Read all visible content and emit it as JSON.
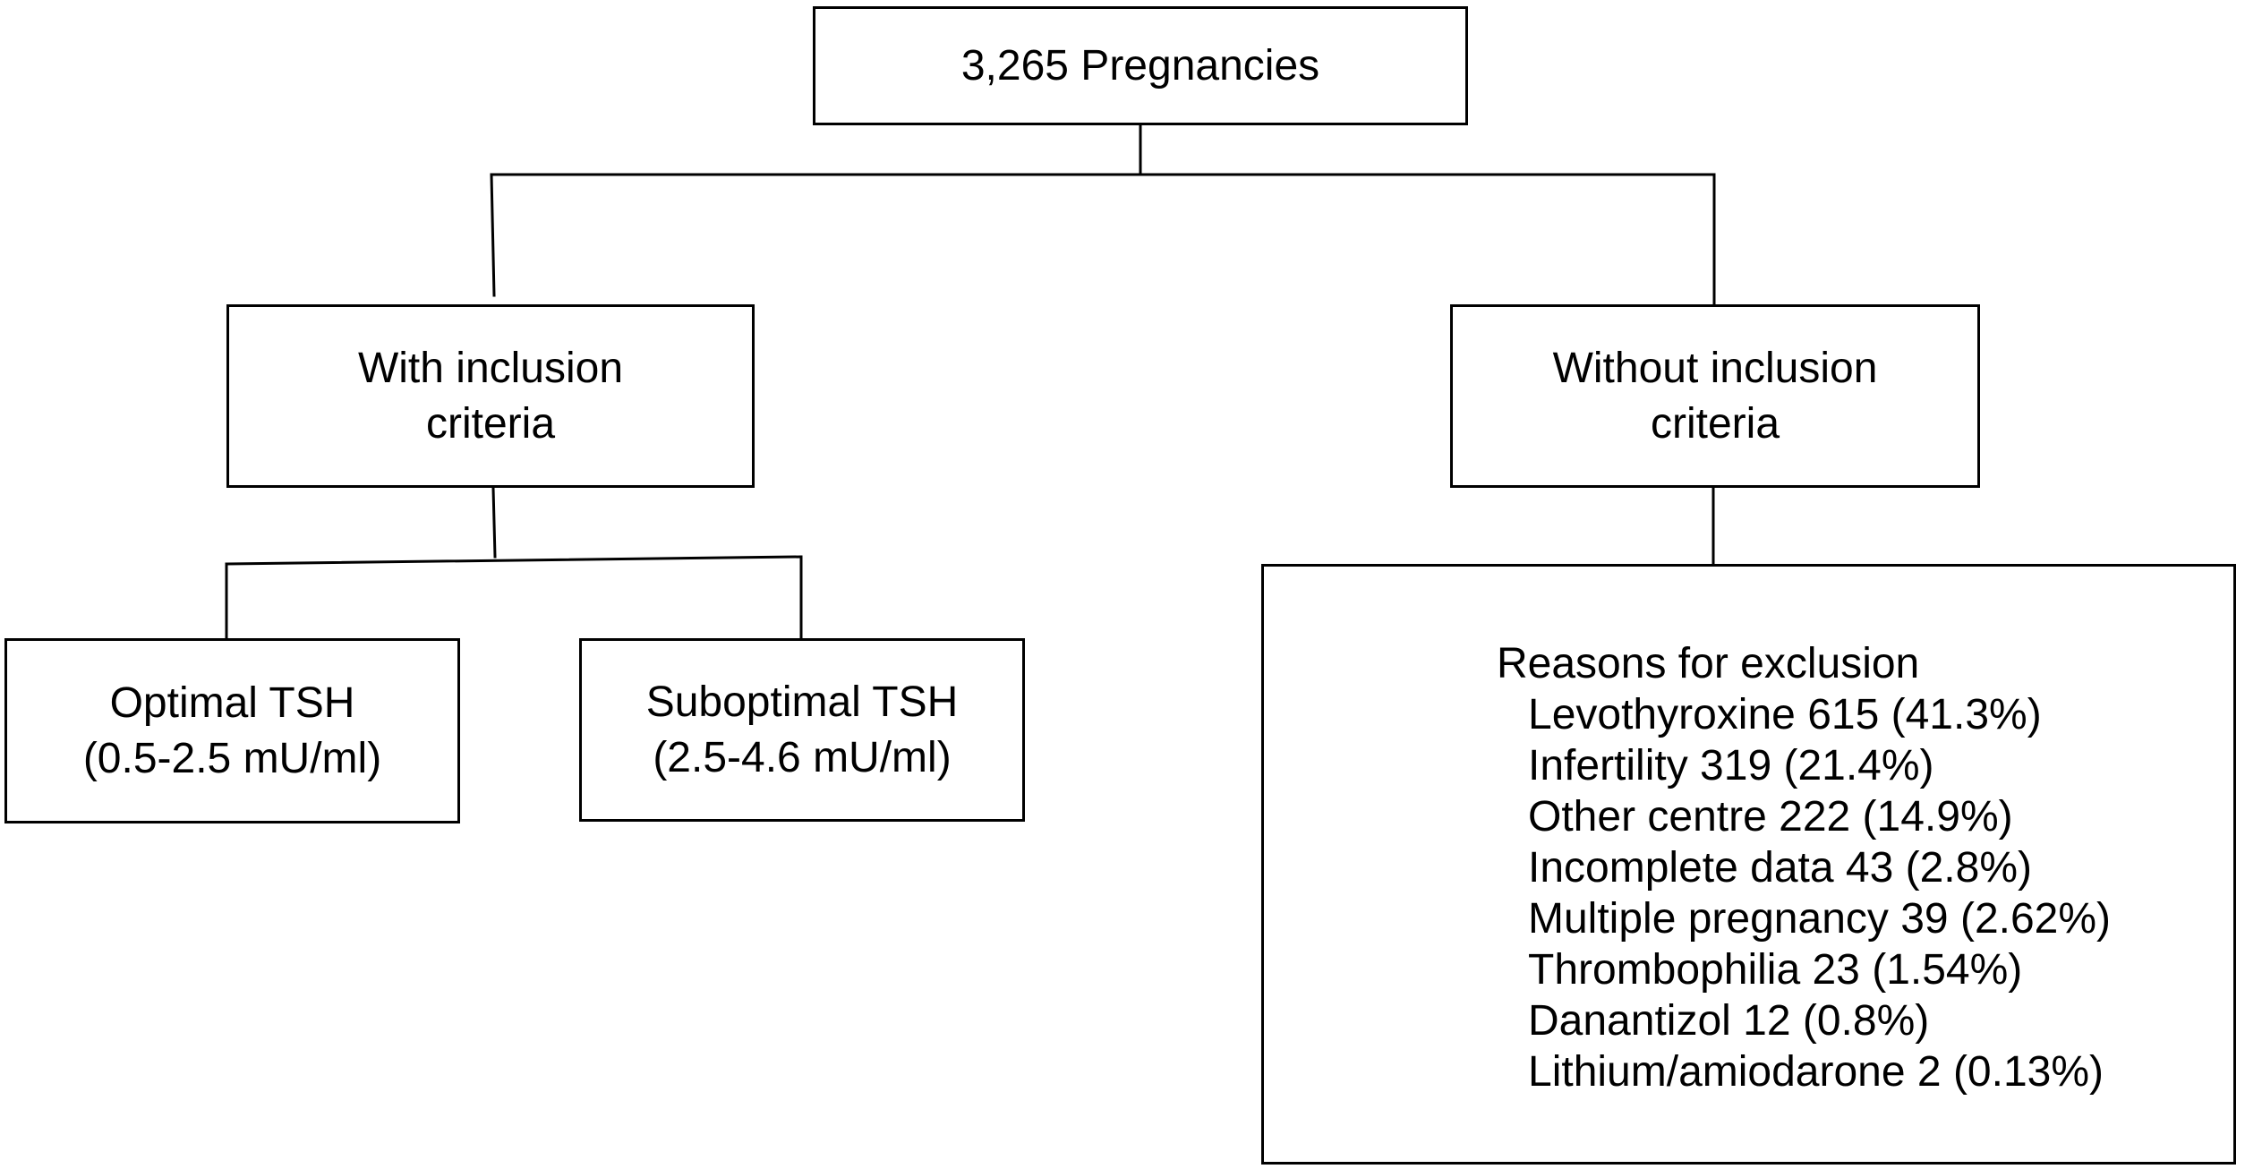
{
  "root": {
    "label": "3,265 Pregnancies"
  },
  "with_inclusion": {
    "line1": "With inclusion",
    "line2": "criteria"
  },
  "without_inclusion": {
    "line1": "Without inclusion",
    "line2": "criteria"
  },
  "optimal_tsh": {
    "line1": "Optimal TSH",
    "line2": "(0.5-2.5 mU/ml)"
  },
  "suboptimal_tsh": {
    "line1": "Suboptimal TSH",
    "line2": "(2.5-4.6 mU/ml)"
  },
  "exclusion": {
    "title": "Reasons for exclusion",
    "reasons": [
      "Levothyroxine 615 (41.3%)",
      "Infertility 319 (21.4%)",
      "Other centre 222 (14.9%)",
      "Incomplete data 43 (2.8%)",
      "Multiple pregnancy 39 (2.62%)",
      "Thrombophilia 23 (1.54%)",
      "Danantizol 12 (0.8%)",
      "Lithium/amiodarone 2 (0.13%)"
    ]
  },
  "colors": {
    "line": "#000000",
    "background": "#ffffff"
  }
}
